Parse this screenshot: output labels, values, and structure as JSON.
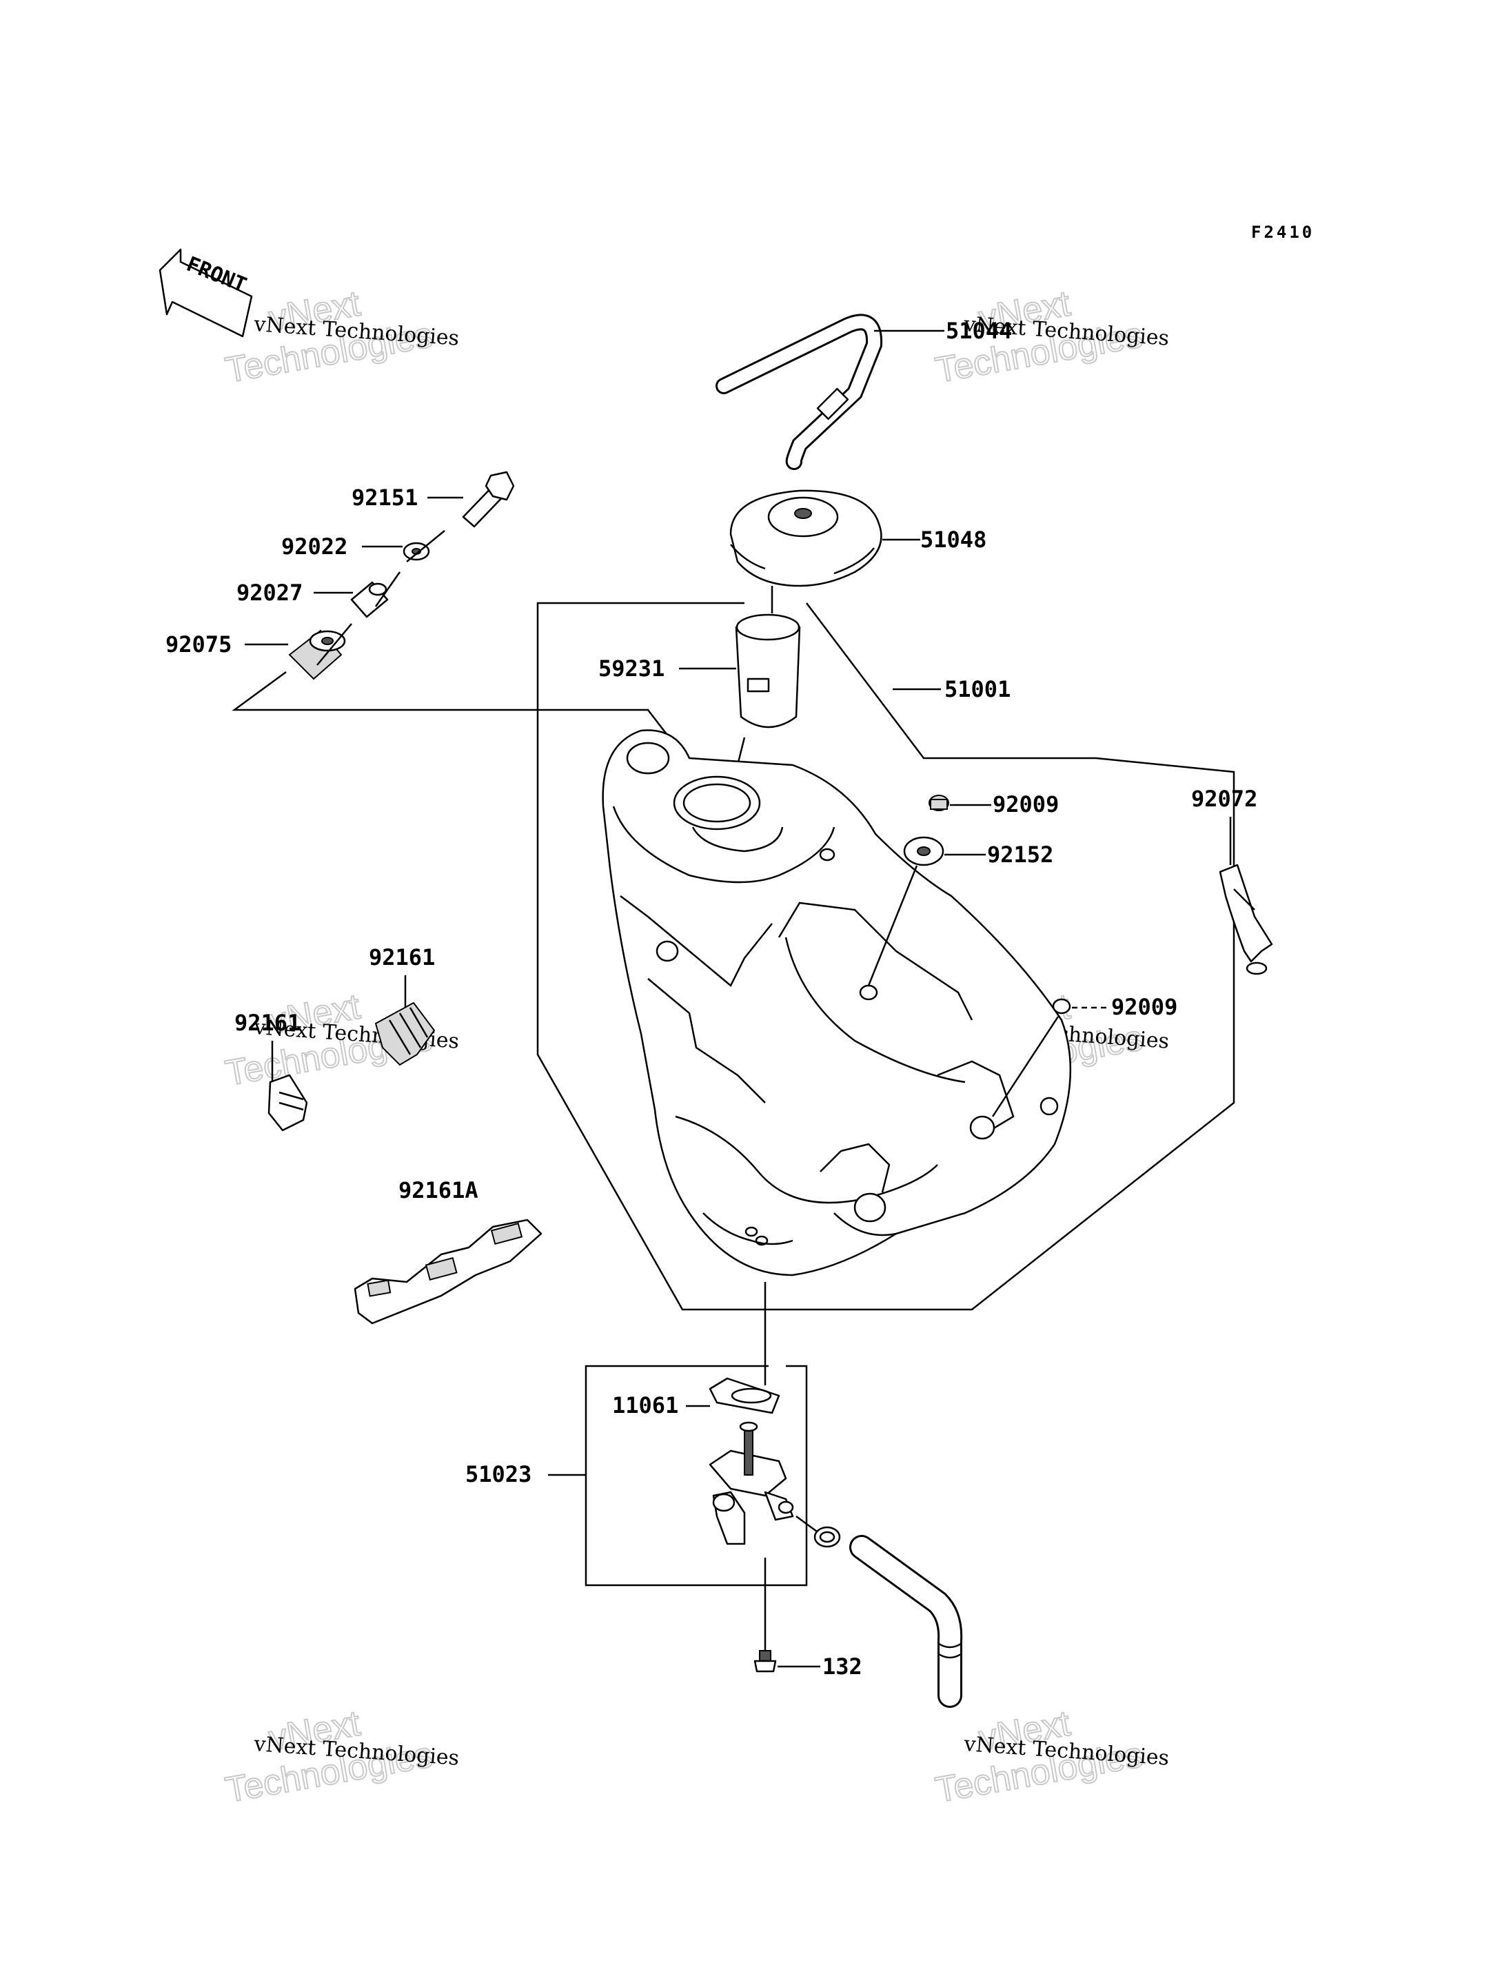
{
  "diagram_code": "F2410",
  "front_label": "FRONT",
  "watermark": {
    "company": "vNext Technologies",
    "line1": "vNext",
    "line2": "Technologies"
  },
  "parts": {
    "p51044": "51044",
    "p51048": "51048",
    "p92151": "92151",
    "p92022": "92022",
    "p92027": "92027",
    "p92075": "92075",
    "p59231": "59231",
    "p51001": "51001",
    "p92009a": "92009",
    "p92152": "92152",
    "p92072": "92072",
    "p92009b": "92009",
    "p92161a": "92161",
    "p92161b": "92161",
    "p92161A": "92161A",
    "p11061": "11061",
    "p51023": "51023",
    "p132": "132"
  }
}
